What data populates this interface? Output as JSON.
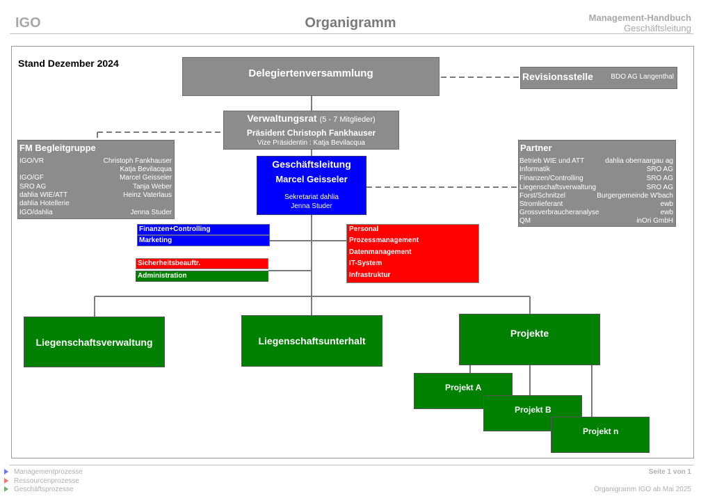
{
  "header": {
    "left": "IGO",
    "title": "Organigramm",
    "right_line1": "Management-Handbuch",
    "right_line2": "Geschäftsleitung"
  },
  "stand": "Stand Dezember 2024",
  "delegierten": {
    "title": "Delegiertenversammlung"
  },
  "revision": {
    "title": "Revisionsstelle",
    "value": "BDO AG Langenthal"
  },
  "verwaltungsrat": {
    "title": "Verwaltungsrat",
    "members": "(5 - 7 Mitglieder)",
    "president": "Präsident Christoph Fankhauser",
    "vice": "Vize Präsidentin : Katja Bevilacqua"
  },
  "fm": {
    "title": "FM Begleitgruppe",
    "rows": [
      {
        "left": "IGO/VR",
        "right": "Christoph Fankhauser"
      },
      {
        "left": "",
        "right": "Katja Bevilacqua"
      },
      {
        "left": "IGO/GF",
        "right": "Marcel Geisseler"
      },
      {
        "left": "SRO AG",
        "right": "Tanja Weber"
      },
      {
        "left": "dahlia WIE/ATT",
        "right": "Heinz  Vaterlaus"
      },
      {
        "left": "dahlia Hotellerie",
        "right": ""
      },
      {
        "left": "IGO/dahlia",
        "right": "Jenna Studer"
      }
    ]
  },
  "geschaeftsleitung": {
    "title": "Geschäftsleitung",
    "name": "Marcel Geisseler",
    "sekretariat": "Sekretariat dahlia",
    "sekretariat_name": "Jenna Studer"
  },
  "partner": {
    "title": "Partner",
    "rows": [
      {
        "left": "Betrieb WIE und ATT",
        "right": "dahlia oberraargau ag"
      },
      {
        "left": "Informatik",
        "right": "SRO AG"
      },
      {
        "left": "Finanzen/Controlling",
        "right": "SRO AG"
      },
      {
        "left": "Liegenschaftsverwaltung",
        "right": "SRO AG"
      },
      {
        "left": "Forst/Schnitzel",
        "right": "Burgergemeinde W'bach"
      },
      {
        "left": "Stromlieferant",
        "right": "ewb"
      },
      {
        "left": "Grossverbraucheranalyse",
        "right": "ewb"
      },
      {
        "left": "QM",
        "right": "inOri GmbH"
      }
    ]
  },
  "functions": {
    "finanzen": "Finanzen+Controlling",
    "marketing": "Marketing",
    "sicherheit": "Sicherheitsbeauftr.",
    "administration": "Administration"
  },
  "resources": [
    "Personal",
    "Prozessmanagement",
    "Datenmanagement",
    "IT-System",
    "Infrastruktur"
  ],
  "departments": {
    "lv": "Liegenschaftsverwaltung",
    "lu": "Liegenschaftsunterhalt",
    "projekte": "Projekte",
    "projekt_a": "Projekt A",
    "projekt_b": "Projekt B",
    "projekt_n": "Projekt n"
  },
  "footer": {
    "legend": [
      "Managementprozesse",
      "Ressourcenprozesse",
      "Geschäftsprozesse"
    ],
    "legend_colors": [
      "#6f6fff",
      "#ff7070",
      "#70b070"
    ],
    "page": "Seite 1 von 1",
    "doc": "Organigramm IGO ab Mai 2025"
  }
}
